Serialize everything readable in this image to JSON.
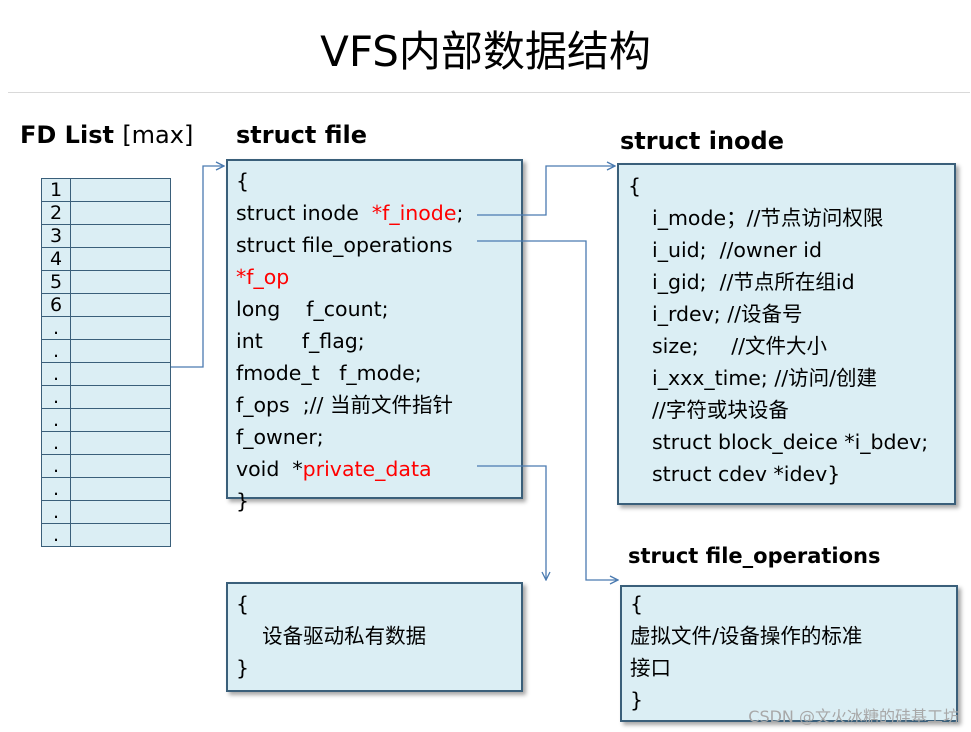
{
  "title": "VFS内部数据结构",
  "fd_list": {
    "label": "FD List",
    "label_suffix": "[max]",
    "indices": [
      "1",
      "2",
      "3",
      "4",
      "5",
      "6",
      ".",
      ".",
      ".",
      ".",
      ".",
      ".",
      ".",
      ".",
      ".",
      "."
    ]
  },
  "struct_file": {
    "label": "struct file",
    "lines": [
      {
        "parts": [
          {
            "text": "{",
            "red": false
          }
        ]
      },
      {
        "parts": [
          {
            "text": "struct inode  ",
            "red": false
          },
          {
            "text": "*f_inode",
            "red": true
          },
          {
            "text": ";",
            "red": false
          }
        ]
      },
      {
        "parts": [
          {
            "text": "struct file_operations",
            "red": false
          }
        ]
      },
      {
        "parts": [
          {
            "text": "*f_op",
            "red": true
          }
        ]
      },
      {
        "parts": [
          {
            "text": "long    f_count;",
            "red": false
          }
        ]
      },
      {
        "parts": [
          {
            "text": "int      f_flag;",
            "red": false
          }
        ]
      },
      {
        "parts": [
          {
            "text": "fmode_t   f_mode;",
            "red": false
          }
        ]
      },
      {
        "parts": [
          {
            "text": "f_ops  ;// 当前文件指针",
            "red": false
          }
        ]
      },
      {
        "parts": [
          {
            "text": "f_owner;",
            "red": false
          }
        ]
      },
      {
        "parts": [
          {
            "text": "void  *",
            "red": false
          },
          {
            "text": "private_data",
            "red": true
          }
        ]
      },
      {
        "parts": [
          {
            "text": "}",
            "red": false
          }
        ]
      }
    ]
  },
  "struct_inode": {
    "label": "struct inode",
    "lines": [
      {
        "text": "{",
        "indent": false
      },
      {
        "text": "i_mode；//节点访问权限",
        "indent": true
      },
      {
        "text": "i_uid;  //owner id",
        "indent": true
      },
      {
        "text": "i_gid;  //节点所在组id",
        "indent": true
      },
      {
        "text": "i_rdev; //设备号",
        "indent": true
      },
      {
        "text": "size;     //文件大小",
        "indent": true
      },
      {
        "text": "i_xxx_time; //访问/创建",
        "indent": true
      },
      {
        "text": "//字符或块设备",
        "indent": true
      },
      {
        "text": "struct block_deice *i_bdev;",
        "indent": true
      },
      {
        "text": "struct cdev *idev}",
        "indent": true
      }
    ]
  },
  "private_data_box": {
    "lines": [
      "{",
      "    设备驱动私有数据",
      "}"
    ]
  },
  "struct_file_operations": {
    "label": "struct file_operations",
    "lines": [
      "{",
      "虚拟文件/设备操作的标准",
      "接口",
      "}"
    ]
  },
  "watermark": "CSDN @文火冰糖的硅基工坊",
  "colors": {
    "box_fill": "#dbeef4",
    "box_border": "#3a5f7a",
    "arrow": "#4a7ab0",
    "highlight": "#ff0000"
  }
}
